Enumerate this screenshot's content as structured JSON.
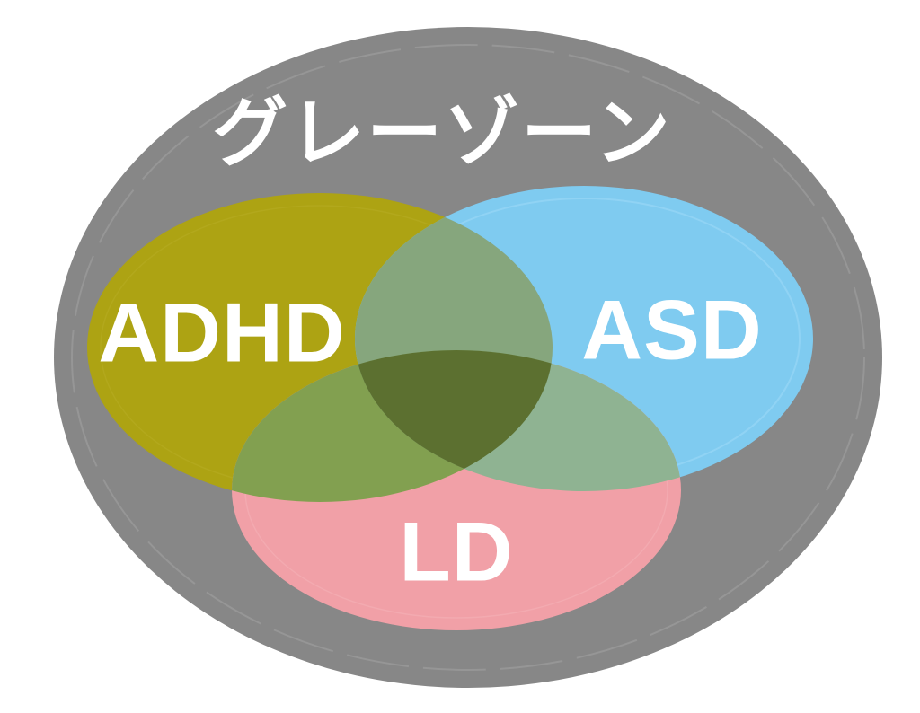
{
  "diagram": {
    "type": "venn",
    "background": "#FFFFFF",
    "label_color": "#FFFFFF",
    "outer_set": {
      "label": "グレーゾーン",
      "color": "#878787",
      "ring_color": "#9B9B9B"
    },
    "sets": [
      {
        "id": "adhd",
        "label": "ADHD",
        "color": "#ADA313",
        "ring_color": "#BCB32E"
      },
      {
        "id": "asd",
        "label": "ASD",
        "color": "#7FCBF0",
        "ring_color": "#95D5F5"
      },
      {
        "id": "ld",
        "label": "LD",
        "color": "#F1A0A7",
        "ring_color": "#F5B3B9"
      }
    ],
    "overlaps": {
      "adhd_asd": "#86A67D",
      "adhd_ld": "#82A050",
      "asd_ld": "#8FB392",
      "adhd_asd_ld": "#5C7030"
    }
  }
}
